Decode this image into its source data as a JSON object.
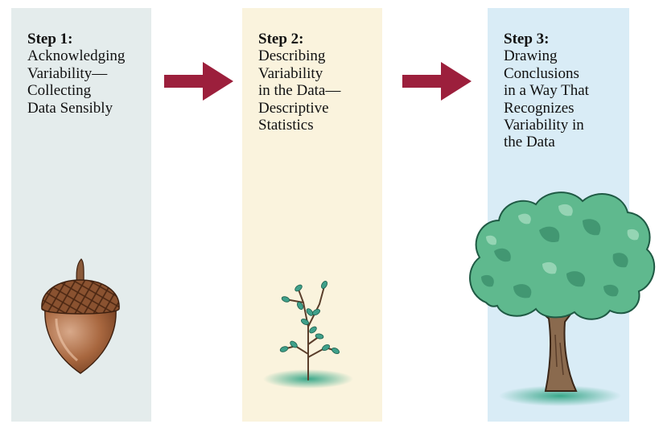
{
  "steps": [
    {
      "title": "Step 1:",
      "lines": [
        "Acknowledging",
        "Variability—",
        "Collecting",
        "Data Sensibly"
      ],
      "illustration": "acorn-icon"
    },
    {
      "title": "Step 2:",
      "lines": [
        "Describing",
        "Variability",
        "in the Data—",
        "Descriptive",
        "Statistics"
      ],
      "illustration": "seedling-icon"
    },
    {
      "title": "Step 3:",
      "lines": [
        "Drawing",
        "Conclusions",
        "in a Way That",
        "Recognizes",
        "Variability in",
        "the Data"
      ],
      "illustration": "oak-tree-icon"
    }
  ],
  "colors": {
    "panel1": "#e4ecec",
    "panel2": "#faf3dd",
    "panel3": "#d9ecf6",
    "arrow": "#9c1f3c"
  }
}
